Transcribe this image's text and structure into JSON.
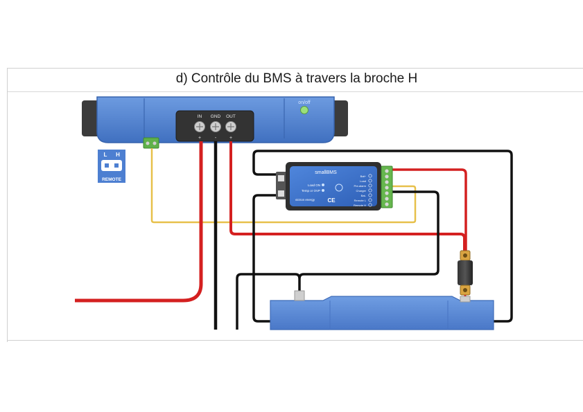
{
  "title": "d) Contrôle du BMS à travers la broche H",
  "inverter": {
    "switch_label": "on/off",
    "terminals": [
      "IN",
      "GND",
      "OUT"
    ],
    "terminal_signs": [
      "+",
      "-",
      "+"
    ]
  },
  "remote": {
    "pin_l": "L",
    "pin_h": "H",
    "label": "REMOTE"
  },
  "bms": {
    "name": "smallBMS",
    "status": [
      "Load ON",
      "Temp or OVP"
    ],
    "brand": "victron energy",
    "ce_mark": "CE",
    "pins": [
      "Bat+",
      "Load",
      "Pre-alarm",
      "Charger",
      "Bat-",
      "Remote L",
      "Remote H"
    ]
  },
  "colors": {
    "wire_red": "#d42020",
    "wire_black": "#111111",
    "wire_yellow": "#e7c04a",
    "device_blue": "#4d7fd1",
    "battery_blue": "#5b8bd6",
    "bms_blue": "#3b6fc4"
  }
}
